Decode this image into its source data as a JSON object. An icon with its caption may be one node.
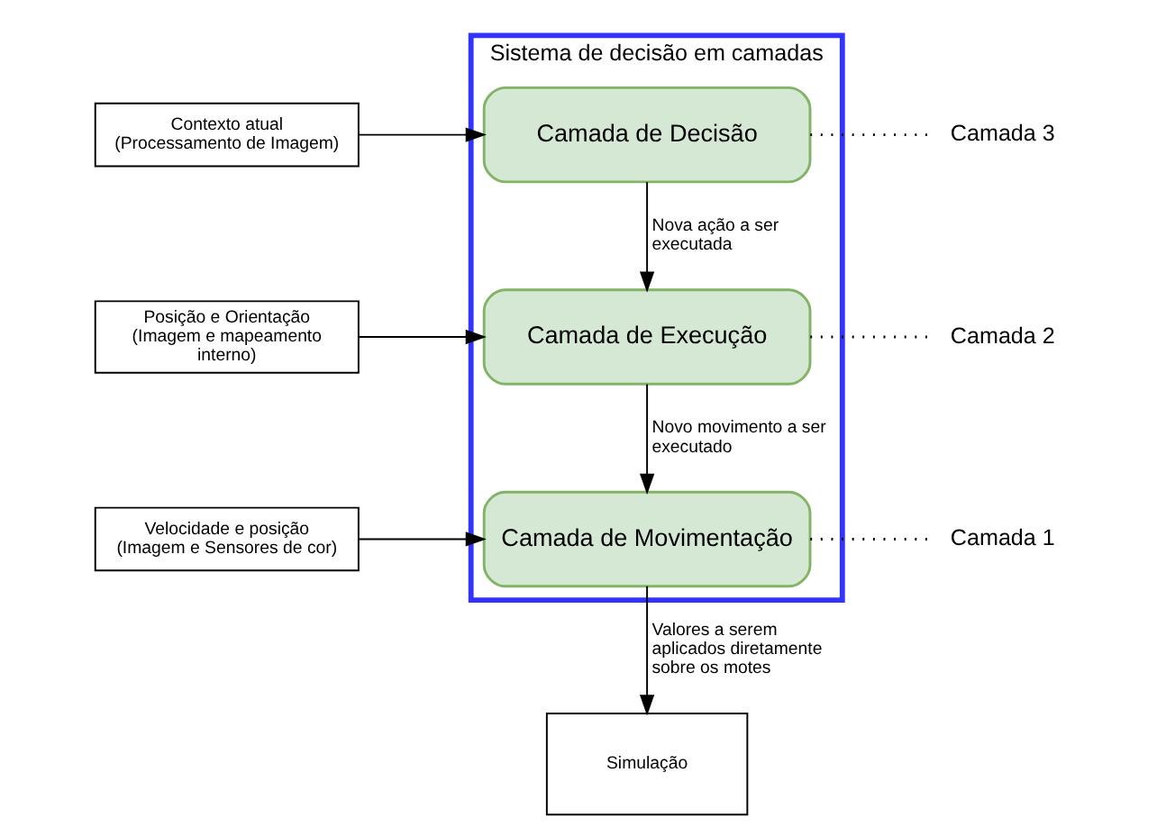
{
  "diagram": {
    "nodes": [
      {
        "text": [
          "Sistema de decisão em camadas"
        ]
      },
      {
        "text": [
          "Camada de Decisão"
        ],
        "in": 0
      },
      {
        "text": [
          "Camada de Execução"
        ],
        "in": 0
      },
      {
        "text": [
          "Camada de Movimentação"
        ],
        "in": 0
      },
      {
        "text": [
          "Contexto atual (Processamento de Imagem)"
        ]
      },
      {
        "text": [
          "Posição e Orientação (Imagem e mapeamento interno)"
        ]
      },
      {
        "text": [
          "Velocidade e posição (Imagem e Sensores de cor)"
        ]
      },
      {
        "text": [
          "Simulação"
        ]
      },
      {
        "text": [
          "Camada 3"
        ]
      },
      {
        "text": [
          "Camada 2"
        ]
      },
      {
        "text": [
          "Camada 1"
        ]
      }
    ],
    "edges": [
      {
        "from": 4,
        "to": 1,
        "arrow": "to"
      },
      {
        "from": 1,
        "to": 2,
        "arrow": "to",
        "label": "Nova ação a ser executada"
      },
      {
        "from": 5,
        "to": 2,
        "arrow": "to"
      },
      {
        "from": 2,
        "to": 3,
        "arrow": "to",
        "label": "Novo movimento a ser executado"
      },
      {
        "from": 6,
        "to": 3,
        "arrow": "to"
      },
      {
        "from": 3,
        "to": 7,
        "arrow": "to",
        "label": "Valores a serem aplicados diretamente sobre os motes"
      },
      {
        "from": 1,
        "to": 8,
        "arrow": "none",
        "style": "dashed"
      },
      {
        "from": 2,
        "to": 9,
        "arrow": "none",
        "style": "dashed"
      },
      {
        "from": 3,
        "to": 10,
        "arrow": "none",
        "style": "dashed"
      }
    ]
  }
}
